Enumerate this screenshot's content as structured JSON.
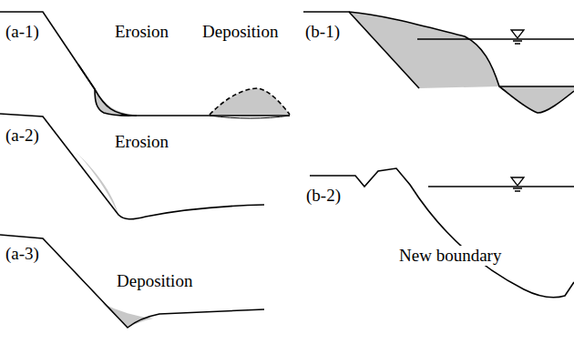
{
  "diagram": {
    "labels": [
      "(a-1)",
      "Erosion",
      "Deposition",
      "(a-2)",
      "Erosion",
      "(a-3)",
      "Deposition",
      "(b-1)",
      "(b-2)",
      "New boundary"
    ]
  }
}
